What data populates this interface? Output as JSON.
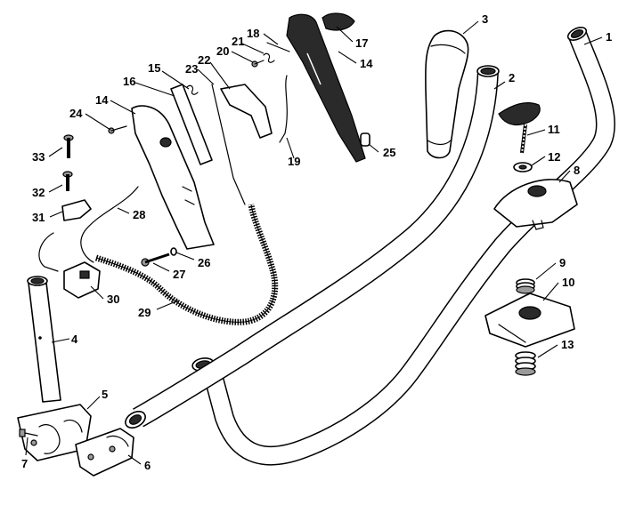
{
  "diagram": {
    "callouts": [
      {
        "id": "1",
        "label": "1"
      },
      {
        "id": "2",
        "label": "2"
      },
      {
        "id": "3",
        "label": "3"
      },
      {
        "id": "4",
        "label": "4"
      },
      {
        "id": "5",
        "label": "5"
      },
      {
        "id": "6",
        "label": "6"
      },
      {
        "id": "7",
        "label": "7"
      },
      {
        "id": "8",
        "label": "8"
      },
      {
        "id": "9",
        "label": "9"
      },
      {
        "id": "10",
        "label": "10"
      },
      {
        "id": "11",
        "label": "11"
      },
      {
        "id": "12",
        "label": "12"
      },
      {
        "id": "13",
        "label": "13"
      },
      {
        "id": "14a",
        "label": "14"
      },
      {
        "id": "14b",
        "label": "14"
      },
      {
        "id": "15",
        "label": "15"
      },
      {
        "id": "16",
        "label": "16"
      },
      {
        "id": "17",
        "label": "17"
      },
      {
        "id": "18",
        "label": "18"
      },
      {
        "id": "19",
        "label": "19"
      },
      {
        "id": "20",
        "label": "20"
      },
      {
        "id": "21",
        "label": "21"
      },
      {
        "id": "22",
        "label": "22"
      },
      {
        "id": "23",
        "label": "23"
      },
      {
        "id": "24",
        "label": "24"
      },
      {
        "id": "25",
        "label": "25"
      },
      {
        "id": "26",
        "label": "26"
      },
      {
        "id": "27",
        "label": "27"
      },
      {
        "id": "28",
        "label": "28"
      },
      {
        "id": "29",
        "label": "29"
      },
      {
        "id": "30",
        "label": "30"
      },
      {
        "id": "31",
        "label": "31"
      },
      {
        "id": "32",
        "label": "32"
      },
      {
        "id": "33",
        "label": "33"
      }
    ]
  }
}
